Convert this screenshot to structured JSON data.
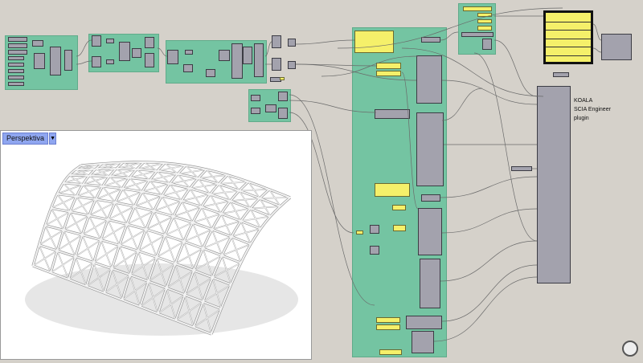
{
  "viewport": {
    "label": "Perspektiva",
    "dropdown_icon": "chevron-down-icon"
  },
  "koala": {
    "line1": "KOALA",
    "line2": "SCIA Engineer",
    "line3": "plugin"
  },
  "colors": {
    "canvas": "#d5d1ca",
    "group": "#6fc4a0",
    "component": "#a3a2ad",
    "panel": "#f5f06a",
    "viewport_tab": "#8fa6f0"
  }
}
